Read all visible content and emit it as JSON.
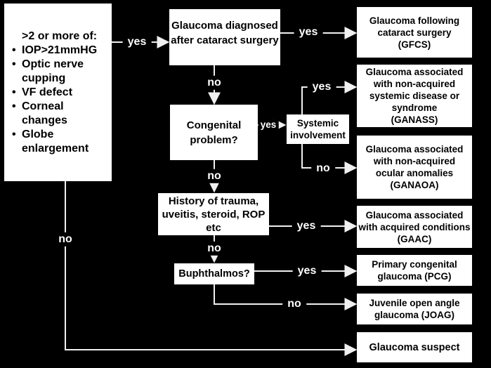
{
  "colors": {
    "background": "#000000",
    "box_fill": "#ffffff",
    "box_text": "#000000",
    "connector": "#f0f0f0",
    "label_text": "#ffffff"
  },
  "nodes": {
    "criteria": {
      "title": ">2 or more of:",
      "items": [
        "IOP>21mmHG",
        "Optic nerve cupping",
        "VF defect",
        "Corneal changes",
        "Globe enlargement"
      ]
    },
    "diagnosed": {
      "text": "Glaucoma diagnosed\nafter cataract surgery"
    },
    "congenital": {
      "text": "Congenital\nproblem?"
    },
    "systemic": {
      "text": "Systemic\ninvolvement"
    },
    "history": {
      "text": "History of trauma,\nuveitis, steroid, ROP\netc"
    },
    "buphthalmos": {
      "text": "Buphthalmos?"
    },
    "gfcs": {
      "text": "Glaucoma following\ncataract surgery\n(GFCS)"
    },
    "ganass": {
      "text": "Glaucoma associated\nwith non-acquired\nsystemic disease or\nsyndrome\n(GANASS)"
    },
    "ganaoa": {
      "text": "Glaucoma associated\nwith non-acquired\nocular anomalies\n(GANAOA)"
    },
    "gaac": {
      "text": "Glaucoma associated\nwith acquired conditions\n(GAAC)"
    },
    "pcg": {
      "text": "Primary congenital\nglaucoma (PCG)"
    },
    "joag": {
      "text": "Juvenile open angle\nglaucoma (JOAG)"
    },
    "suspect": {
      "text": "Glaucoma suspect"
    }
  },
  "edges": {
    "criteria_to_diagnosed": "yes",
    "diagnosed_to_gfcs": "yes",
    "diagnosed_to_congenital": "no",
    "congenital_to_systemic": "yes",
    "systemic_to_ganass": "yes",
    "systemic_to_ganaoa": "no",
    "congenital_to_history": "no",
    "history_to_gaac": "yes",
    "history_to_buphthalmos": "no",
    "buphthalmos_to_pcg": "yes",
    "buphthalmos_to_joag": "no",
    "criteria_to_suspect": "no"
  }
}
